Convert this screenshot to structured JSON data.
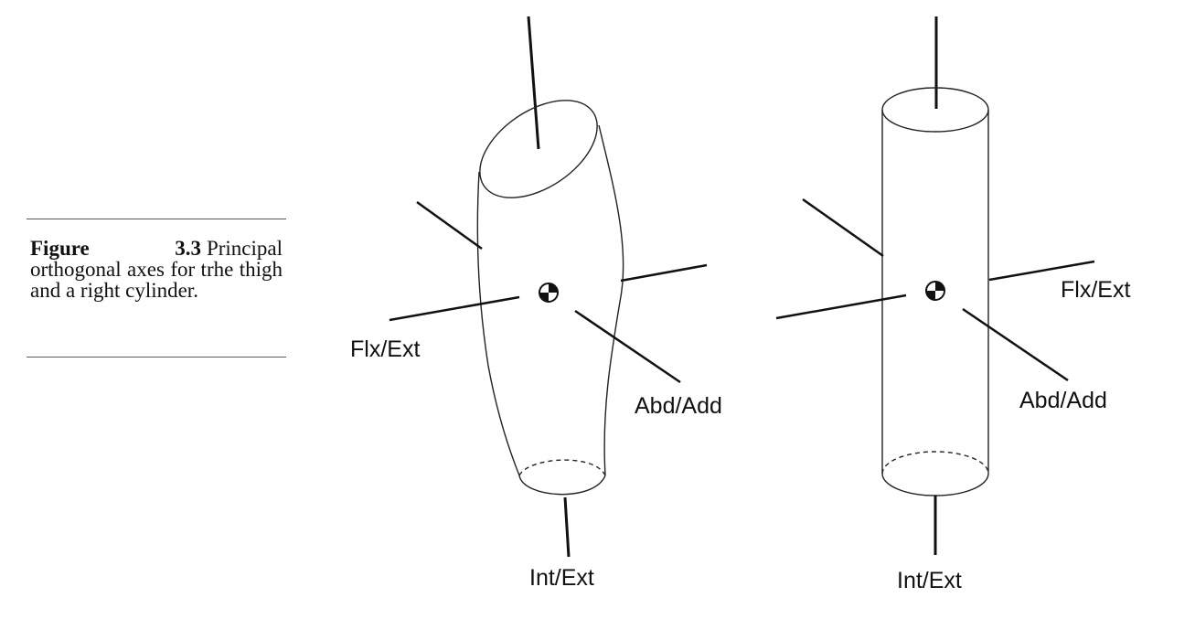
{
  "caption": {
    "label": "Figure 3.3",
    "text": "Principal orthogonal axes for trhe thigh and a right cylinder."
  },
  "thigh": {
    "flex_ext_label": "Flx/Ext",
    "abd_add_label": "Abd/Add",
    "int_ext_label": "Int/Ext"
  },
  "cylinder": {
    "flex_ext_label": "Flx/Ext",
    "abd_add_label": "Abd/Add",
    "int_ext_label": "Int/Ext"
  }
}
